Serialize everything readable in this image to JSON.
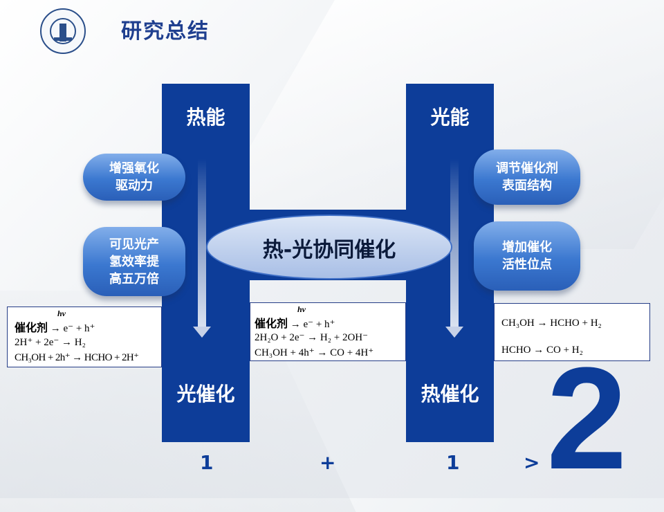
{
  "title": "研究总结",
  "pillars": {
    "left_top": "热能",
    "left_bottom": "光催化",
    "right_top": "光能",
    "right_bottom": "热催化"
  },
  "center": "热-光协同催化",
  "pills": {
    "left1": [
      "增强氧化",
      "驱动力"
    ],
    "left2": [
      "可见光产",
      "氢效率提",
      "高五万倍"
    ],
    "right1": [
      "调节催化剂",
      "表面结构"
    ],
    "right2": [
      "增加催化",
      "活性位点"
    ]
  },
  "equations": {
    "hv": "hv",
    "catalyst": "催化剂",
    "left": {
      "line1_rest": "→ e⁻ + h⁺",
      "line2": "2H⁺ + 2e⁻ → H₂",
      "line3": "CH₃OH + 2h⁺ → HCHO + 2H⁺"
    },
    "middle": {
      "line1_rest": "→ e⁻ + h⁺",
      "line2": "2H₂O + 2e⁻ → H₂ + 2OH⁻",
      "line3": "CH₃OH + 4h⁺ → CO + 4H⁺"
    },
    "right": {
      "line1": "CH₃OH → HCHO + H₂",
      "line2": "HCHO → CO + H₂"
    }
  },
  "bottom": {
    "one_a": "1",
    "plus": "+",
    "one_b": "1",
    "greater": ">",
    "two": "2"
  },
  "colors": {
    "primary": "#0d3d99",
    "title": "#1f3f8f",
    "pill": "#3b78d0",
    "ellipse": "#bfd0ed"
  }
}
